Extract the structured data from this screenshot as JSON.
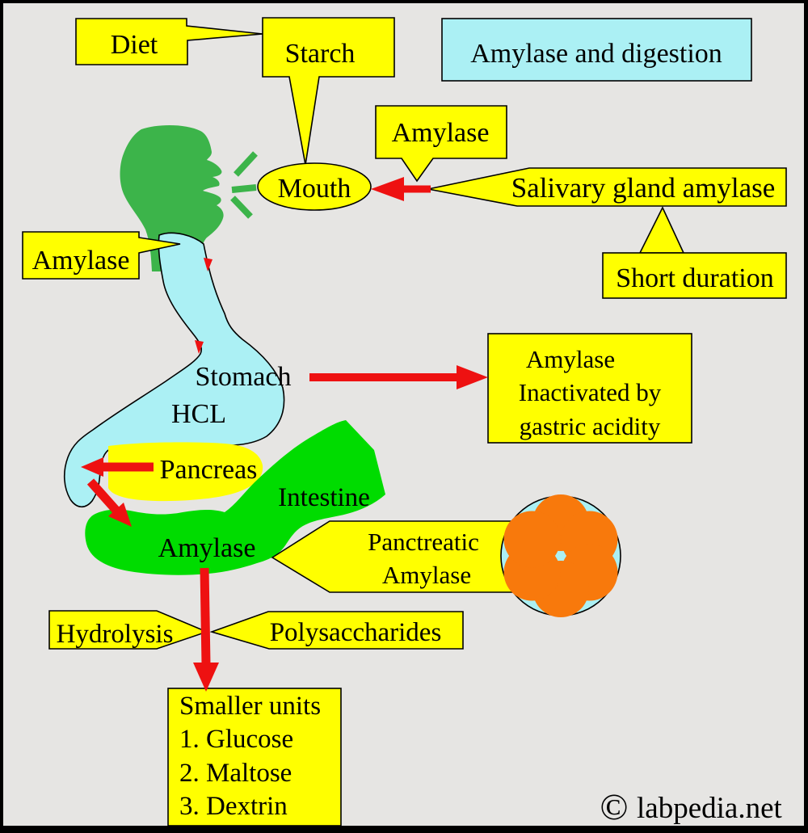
{
  "title": "Amylase and digestion",
  "labels": {
    "diet": "Diet",
    "starch": "Starch",
    "amylase_mouth": "Amylase",
    "mouth": "Mouth",
    "salivary_gland": "Salivary gland amylase",
    "short_duration": "Short duration",
    "amylase_esophagus": "Amylase",
    "stomach": "Stomach",
    "hcl": "HCL",
    "pancreas": "Pancreas",
    "intestine": "Intestine",
    "amylase_intestine": "Amylase",
    "hydrolysis": "Hydrolysis",
    "polysaccharides": "Polysaccharides"
  },
  "inactivated_box": {
    "lines": [
      "Amylase",
      "Inactivated by",
      "gastric acidity"
    ]
  },
  "pancreatic_box": {
    "lines": [
      "Panctreatic",
      "Amylase"
    ]
  },
  "smaller_units_box": {
    "lines": [
      "Smaller units",
      "1. Glucose",
      "2. Maltose",
      "3. Dextrin"
    ]
  },
  "footer": {
    "copyright": "©",
    "site": "labpedia.net"
  },
  "colors": {
    "background": "#E6E5E3",
    "callout_yellow": "#FFFF00",
    "pale_cyan": "#ABF0F4",
    "body_green": "#3CB44A",
    "intestine_green": "#00DC00",
    "flower_orange": "#F8790C",
    "arrow_red": "#EE1111",
    "outline_black": "#000000"
  }
}
